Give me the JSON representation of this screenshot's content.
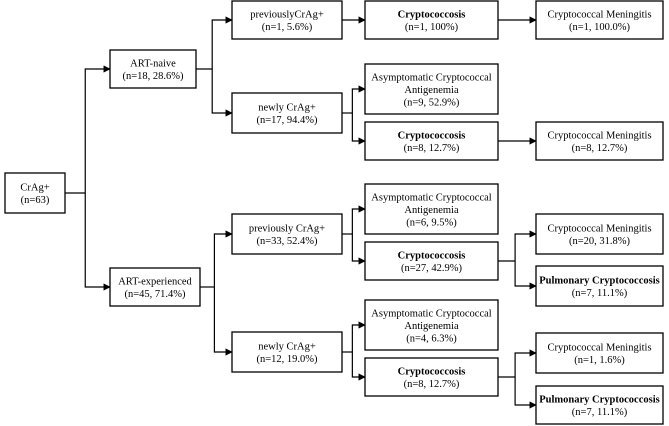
{
  "nodes": {
    "root": {
      "lines": [
        "CrAg+",
        "(n=63)"
      ]
    },
    "art_naive": {
      "lines": [
        "ART-naive",
        "(n=18, 28.6%)"
      ]
    },
    "art_exp": {
      "lines": [
        "ART-experienced",
        "(n=45, 71.4%)"
      ]
    },
    "naive_prev": {
      "lines": [
        "previouslyCrAg+",
        "(n=1, 5.6%)"
      ]
    },
    "naive_new": {
      "lines": [
        "newly CrAg+",
        "(n=17, 94.4%)"
      ]
    },
    "exp_prev": {
      "lines": [
        "previously CrAg+",
        "(n=33, 52.4%)"
      ]
    },
    "exp_new": {
      "lines": [
        "newly CrAg+",
        "(n=12, 19.0%)"
      ]
    },
    "np_crypto": {
      "lines": [
        "Cryptococcosis",
        "(n=1, 100%)"
      ]
    },
    "nn_asym": {
      "lines": [
        "Asymptomatic Cryptococcal",
        "Antigenemia",
        "(n=9, 52.9%)"
      ]
    },
    "nn_crypto": {
      "lines": [
        "Cryptococcosis",
        "(n=8, 12.7%)"
      ]
    },
    "ep_asym": {
      "lines": [
        "Asymptomatic Cryptococcal",
        "Antigenemia",
        "(n=6, 9.5%)"
      ]
    },
    "ep_crypto": {
      "lines": [
        "Cryptococcosis",
        "(n=27, 42.9%)"
      ]
    },
    "en_asym": {
      "lines": [
        "Asymptomatic Cryptococcal",
        "Antigenemia",
        "(n=4, 6.3%)"
      ]
    },
    "en_crypto": {
      "lines": [
        "Cryptococcosis",
        "(n=8, 12.7%)"
      ]
    },
    "np_cm": {
      "lines": [
        "Cryptococcal Meningitis",
        "(n=1, 100.0%)"
      ]
    },
    "nn_cm": {
      "lines": [
        "Cryptococcal Meningitis",
        "(n=8, 12.7%)"
      ]
    },
    "ep_cm": {
      "lines": [
        "Cryptococcal Meningitis",
        "(n=20, 31.8%)"
      ]
    },
    "ep_pc": {
      "lines": [
        "Pulmonary Cryptococcosis",
        "(n=7, 11.1%)"
      ]
    },
    "en_cm": {
      "lines": [
        "Cryptococcal Meningitis",
        "(n=1, 1.6%)"
      ]
    },
    "en_pc": {
      "lines": [
        "Pulmonary Cryptococcosis",
        "(n=7, 11.1%)"
      ]
    }
  },
  "edges": [
    {
      "from": "root",
      "to": [
        "art_naive",
        "art_exp"
      ]
    },
    {
      "from": "art_naive",
      "to": [
        "naive_prev",
        "naive_new"
      ]
    },
    {
      "from": "art_exp",
      "to": [
        "exp_prev",
        "exp_new"
      ]
    },
    {
      "from": "naive_prev",
      "to": [
        "np_crypto"
      ]
    },
    {
      "from": "naive_new",
      "to": [
        "nn_asym",
        "nn_crypto"
      ]
    },
    {
      "from": "exp_prev",
      "to": [
        "ep_asym",
        "ep_crypto"
      ]
    },
    {
      "from": "exp_new",
      "to": [
        "en_asym",
        "en_crypto"
      ]
    },
    {
      "from": "np_crypto",
      "to": [
        "np_cm"
      ]
    },
    {
      "from": "nn_crypto",
      "to": [
        "nn_cm"
      ]
    },
    {
      "from": "ep_crypto",
      "to": [
        "ep_cm",
        "ep_pc"
      ]
    },
    {
      "from": "en_crypto",
      "to": [
        "en_cm",
        "en_pc"
      ]
    }
  ]
}
